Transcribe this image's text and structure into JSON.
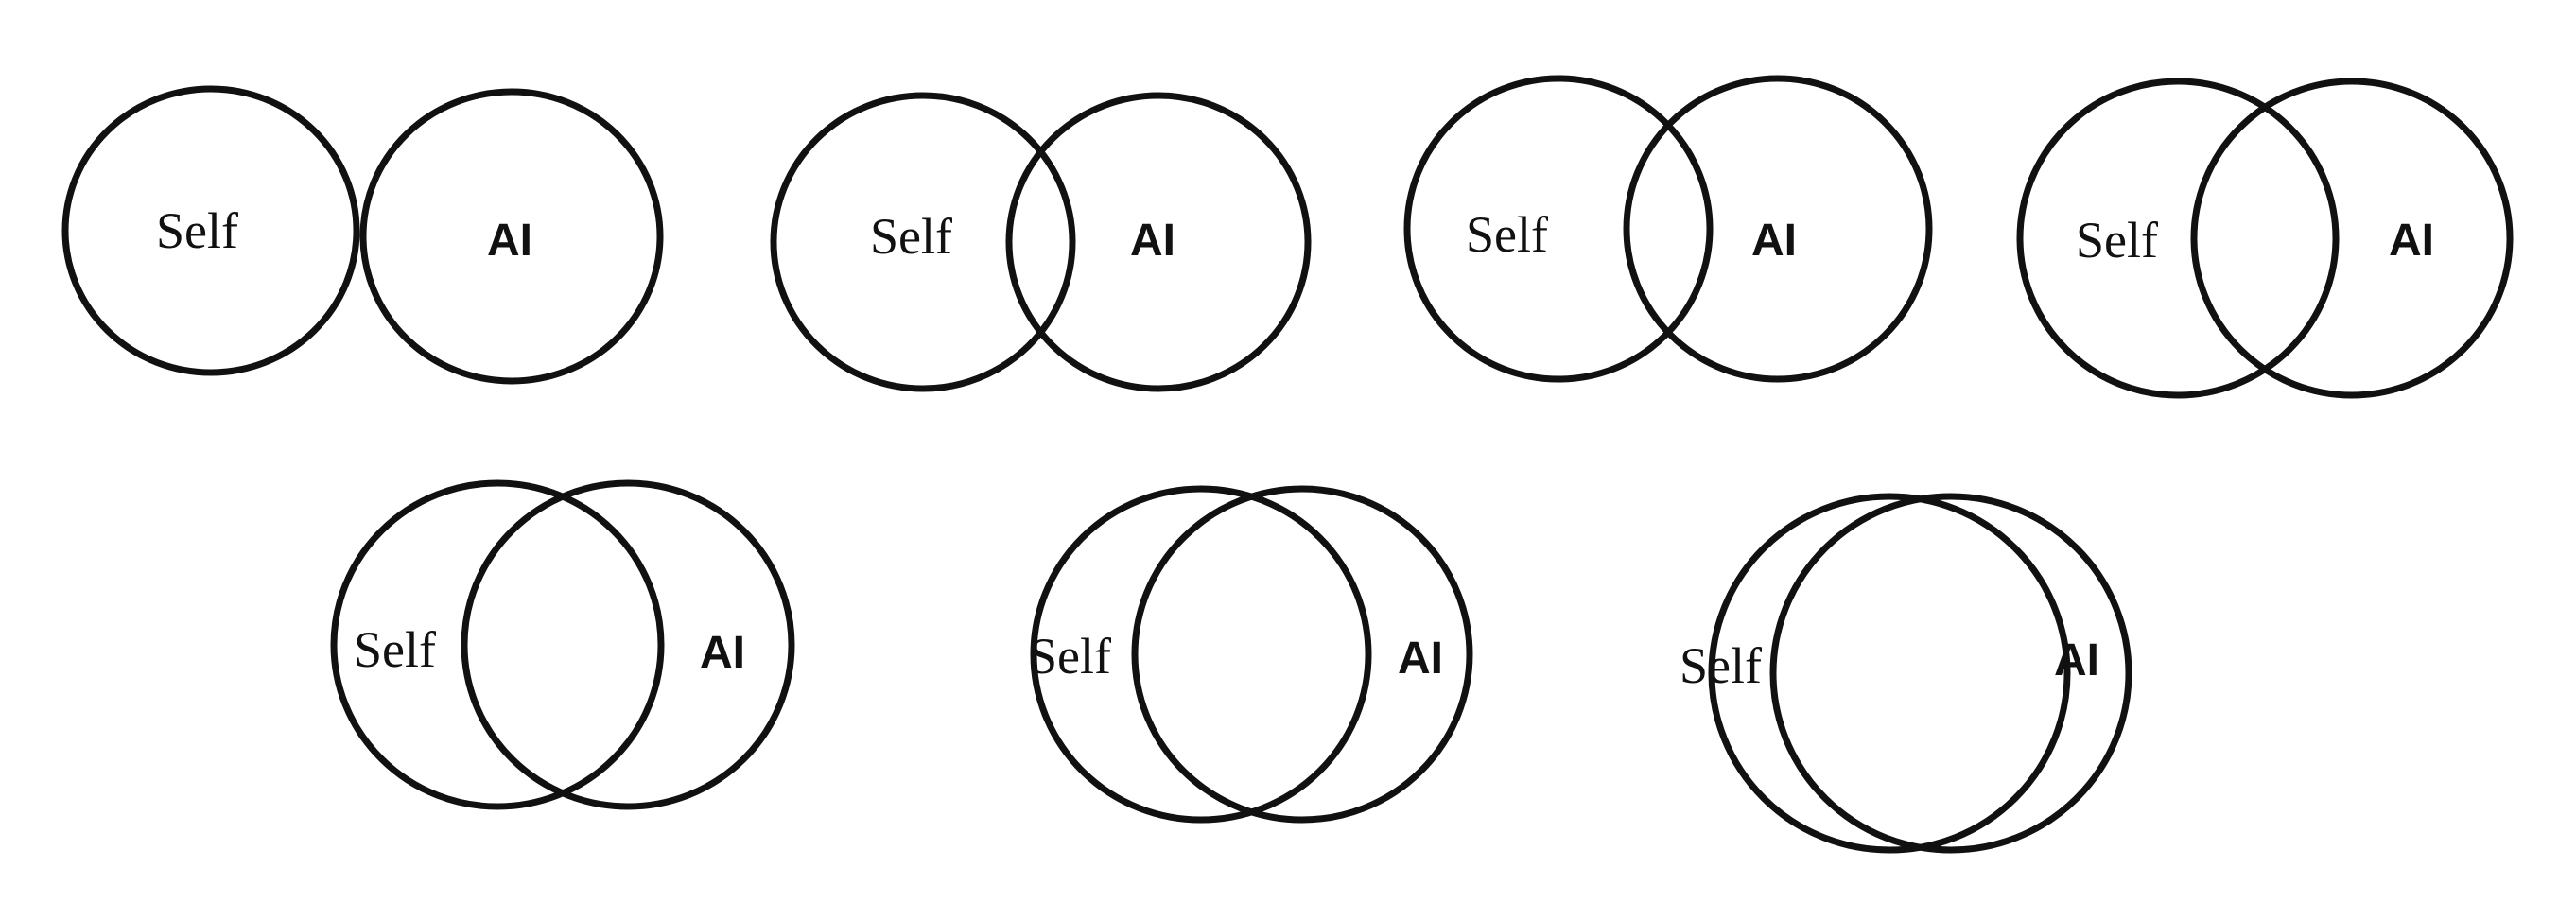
{
  "diagram": {
    "pairs": [
      {
        "left_label": "Self",
        "right_label": "AI"
      },
      {
        "left_label": "Self",
        "right_label": "AI"
      },
      {
        "left_label": "Self",
        "right_label": "AI"
      },
      {
        "left_label": "Self",
        "right_label": "AI"
      },
      {
        "left_label": "Self",
        "right_label": "AI"
      },
      {
        "left_label": "Self",
        "right_label": "AI"
      },
      {
        "left_label": "Self",
        "right_label": "AI"
      }
    ]
  }
}
